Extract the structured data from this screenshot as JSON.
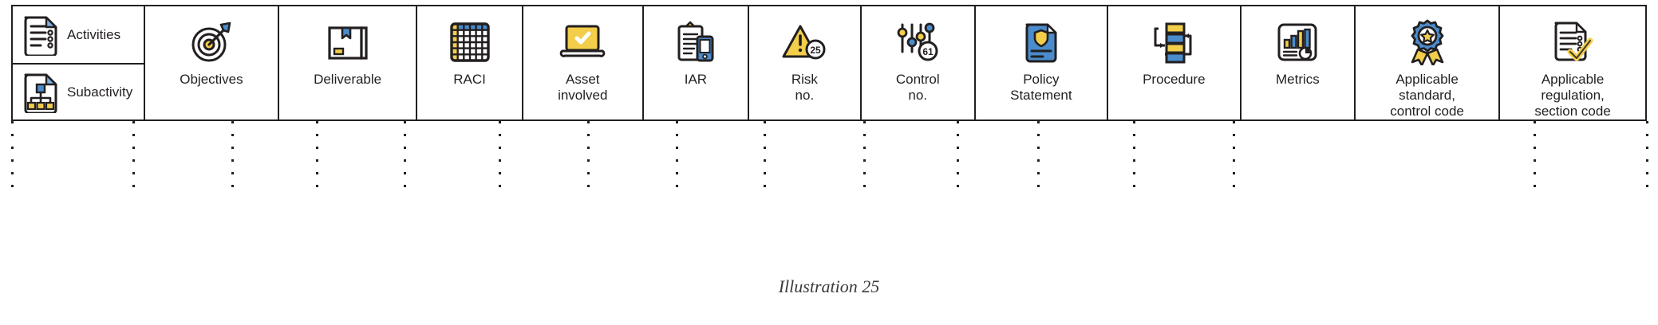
{
  "caption": "Illustration 25",
  "table": {
    "split_column": {
      "rows": [
        {
          "label": "Activities",
          "icon": "document-checklist-icon"
        },
        {
          "label": "Subactivity",
          "icon": "document-hierarchy-icon"
        }
      ]
    },
    "columns": [
      {
        "label": "Objectives",
        "icon": "target-dart-icon"
      },
      {
        "label": "Deliverable",
        "icon": "package-box-icon"
      },
      {
        "label": "RACI",
        "icon": "grid-matrix-icon"
      },
      {
        "label": "Asset\ninvolved",
        "icon": "laptop-check-icon"
      },
      {
        "label": "IAR",
        "icon": "clipboard-device-icon"
      },
      {
        "label": "Risk\nno.",
        "icon": "warning-triangle-icon",
        "badge": "25"
      },
      {
        "label": "Control\nno.",
        "icon": "sliders-icon",
        "badge": "61"
      },
      {
        "label": "Policy\nStatement",
        "icon": "policy-shield-document-icon"
      },
      {
        "label": "Procedure",
        "icon": "flowchart-icon"
      },
      {
        "label": "Metrics",
        "icon": "bar-chart-report-icon"
      },
      {
        "label": "Applicable\nstandard,\ncontrol code",
        "icon": "award-ribbon-icon"
      },
      {
        "label": "Applicable\nregulation,\nsection code",
        "icon": "document-check-icon"
      }
    ]
  },
  "colors": {
    "ink": "#231f20",
    "blue": "#4a8ccc",
    "yellow": "#f2ce4b",
    "paper": "#ffffff"
  },
  "dotted_rule_positions": [
    14,
    166,
    290,
    396,
    506,
    625,
    736,
    847,
    957,
    1082,
    1199,
    1300,
    1420,
    1545,
    1922,
    2063
  ]
}
